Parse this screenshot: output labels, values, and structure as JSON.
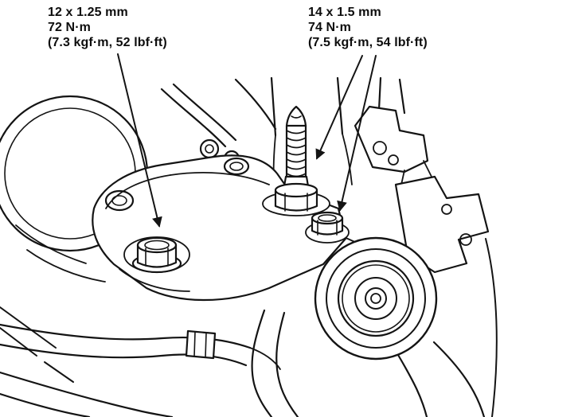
{
  "page": {
    "background": "#ffffff",
    "ink": "#141414",
    "description": "Engine mount bracket and idler pulley torque diagram"
  },
  "callouts": {
    "left": {
      "size": "12 x 1.25 mm",
      "torque": "72 N·m",
      "torque_alt": "(7.3 kgf·m, 52 lbf·ft)"
    },
    "right": {
      "size": "14 x 1.5 mm",
      "torque": "74 N·m",
      "torque_alt": "(7.5 kgf·m, 54 lbf·ft)"
    }
  }
}
